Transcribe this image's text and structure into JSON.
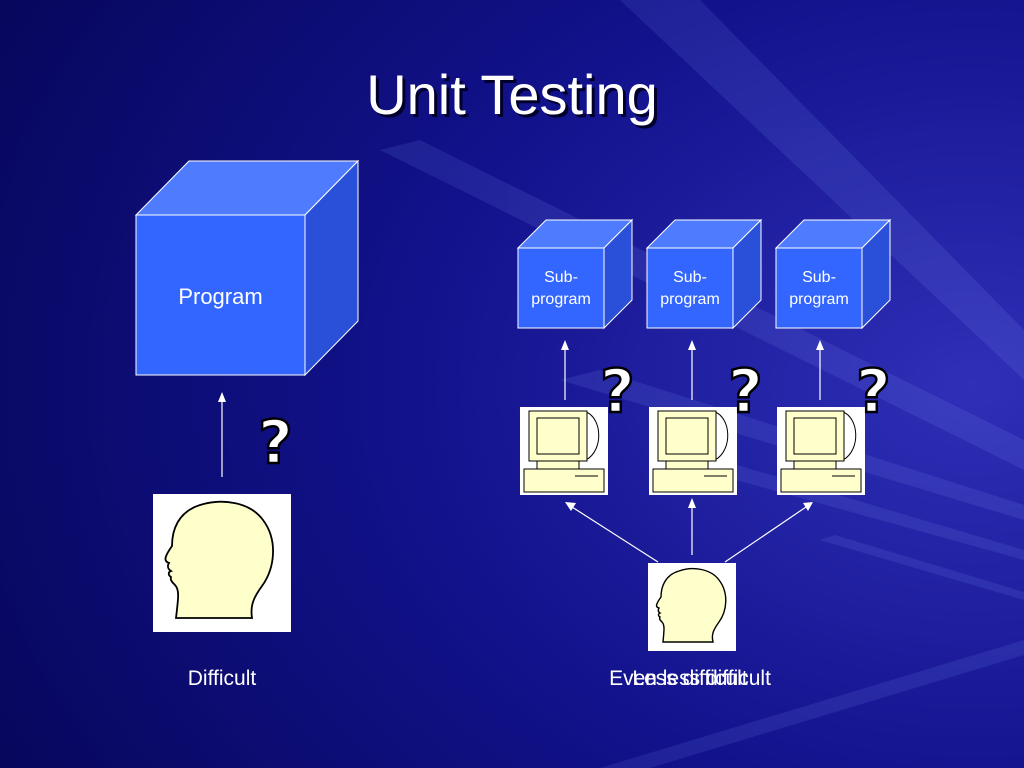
{
  "title": "Unit Testing",
  "left": {
    "cube_label": "Program",
    "question": "?",
    "caption": "Difficult"
  },
  "right": {
    "subprograms": [
      {
        "line1": "Sub-",
        "line2": "program",
        "question": "?"
      },
      {
        "line1": "Sub-",
        "line2": "program",
        "question": "?"
      },
      {
        "line1": "Sub-",
        "line2": "program",
        "question": "?"
      }
    ],
    "caption_a": "Even less difficult",
    "caption_b": "Less difficult"
  },
  "colors": {
    "background": "#0a0a72",
    "cube_front": "#3366ff",
    "cube_side": "#2a4fd8",
    "head_fill": "#ffffcc",
    "computer_fill": "#ffffcc",
    "text": "#ffffff"
  }
}
